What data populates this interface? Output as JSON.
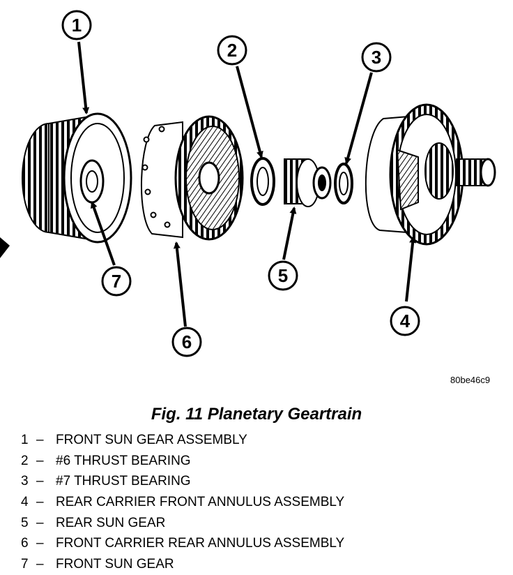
{
  "figure": {
    "code": "80be46c9",
    "caption": "Fig. 11 Planetary Geartrain"
  },
  "callouts": [
    "1",
    "2",
    "3",
    "4",
    "5",
    "6",
    "7"
  ],
  "legend": [
    {
      "num": "1",
      "dash": "–",
      "label": "FRONT SUN GEAR ASSEMBLY"
    },
    {
      "num": "2",
      "dash": "–",
      "label": "#6 THRUST BEARING"
    },
    {
      "num": "3",
      "dash": "–",
      "label": "#7 THRUST BEARING"
    },
    {
      "num": "4",
      "dash": "–",
      "label": "REAR CARRIER FRONT ANNULUS ASSEMBLY"
    },
    {
      "num": "5",
      "dash": "–",
      "label": "REAR SUN GEAR"
    },
    {
      "num": "6",
      "dash": "–",
      "label": "FRONT CARRIER REAR ANNULUS ASSEMBLY"
    },
    {
      "num": "7",
      "dash": "–",
      "label": "FRONT SUN GEAR"
    }
  ]
}
